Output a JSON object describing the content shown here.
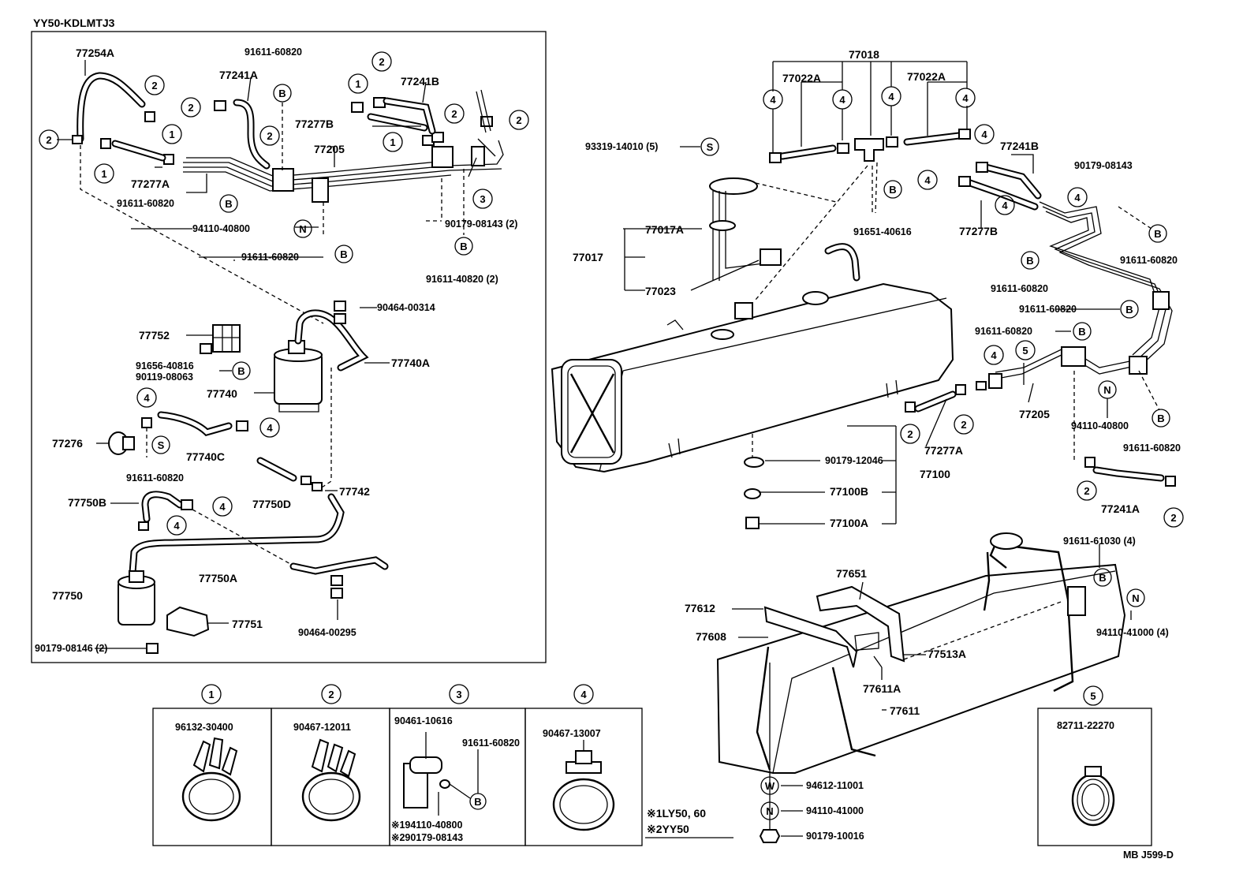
{
  "header": {
    "model_code": "YY50-KDLMTJ3"
  },
  "footer": {
    "diagram_code": "MB  J599-D"
  },
  "note": {
    "line1": "※1LY50, 60",
    "line2": "※2YY50"
  },
  "left_panel": {
    "labels": {
      "p77254A": "77254A",
      "p91611_60820_a": "91611-60820",
      "p77241A": "77241A",
      "p77241B": "77241B",
      "p77277B": "77277B",
      "p77205": "77205",
      "p77277A": "77277A",
      "p91611_60820_b": "91611-60820",
      "p94110_40800": "94110-40800",
      "p91611_60820_c": "91611-60820",
      "p90179_08143_2": "90179-08143 (2)",
      "p91611_40820_2": "91611-40820 (2)",
      "p90464_00314": "90464-00314",
      "p77752": "77752",
      "p91656_40816": "91656-40816",
      "p90119_08063": "90119-08063",
      "p77740A": "77740A",
      "p77740": "77740",
      "p77276": "77276",
      "p77740C": "77740C",
      "p91611_60820_d": "91611-60820",
      "p77750B": "77750B",
      "p77750D": "77750D",
      "p77742": "77742",
      "p77750A": "77750A",
      "p77750": "77750",
      "p77751": "77751",
      "p90464_00295": "90464-00295",
      "p90179_08146_2": "90179-08146 (2)"
    }
  },
  "right_panel": {
    "labels": {
      "p77018": "77018",
      "p77022A_l": "77022A",
      "p77022A_r": "77022A",
      "p93319_14010_5": "93319-14010 (5)",
      "p77241B": "77241B",
      "p90179_08143": "90179-08143",
      "p77017A": "77017A",
      "p77017": "77017",
      "p77023": "77023",
      "p91651_40616": "91651-40616",
      "p77277B": "77277B",
      "p91611_60820_a": "91611-60820",
      "p91611_60820_b": "91611-60820",
      "p91611_60820_c": "91611-60820",
      "p91611_60820_d": "91611-60820",
      "p77205": "77205",
      "p94110_40800": "94110-40800",
      "p91611_60820_e": "91611-60820",
      "p77277A": "77277A",
      "p90179_12046": "90179-12046",
      "p77100B": "77100B",
      "p77100": "77100",
      "p77100A": "77100A",
      "p77241A": "77241A",
      "p91611_61030_4": "91611-61030 (4)",
      "p94110_41000_4": "94110-41000 (4)",
      "p77651": "77651",
      "p77612": "77612",
      "p77608": "77608",
      "p77513A": "77513A",
      "p77611A": "77611A",
      "p77611": "77611",
      "p94612_11001": "94612-11001",
      "p94110_41000": "94110-41000",
      "p90179_10016": "90179-10016"
    }
  },
  "legend": {
    "boxes": [
      {
        "marker": "1",
        "part": "96132-30400"
      },
      {
        "marker": "2",
        "part": "90467-12011"
      },
      {
        "marker": "3",
        "part": "90461-10616",
        "part_b": "91611-60820",
        "part_c": "※194110-40800",
        "part_d": "※290179-08143"
      },
      {
        "marker": "4",
        "part": "90467-13007"
      },
      {
        "marker": "5",
        "part": "82711-22270"
      }
    ]
  },
  "markers": {
    "m1": "1",
    "m2": "2",
    "m3": "3",
    "m4": "4",
    "m5": "5",
    "mB": "B",
    "mN": "N",
    "mS": "S",
    "mW": "W"
  }
}
